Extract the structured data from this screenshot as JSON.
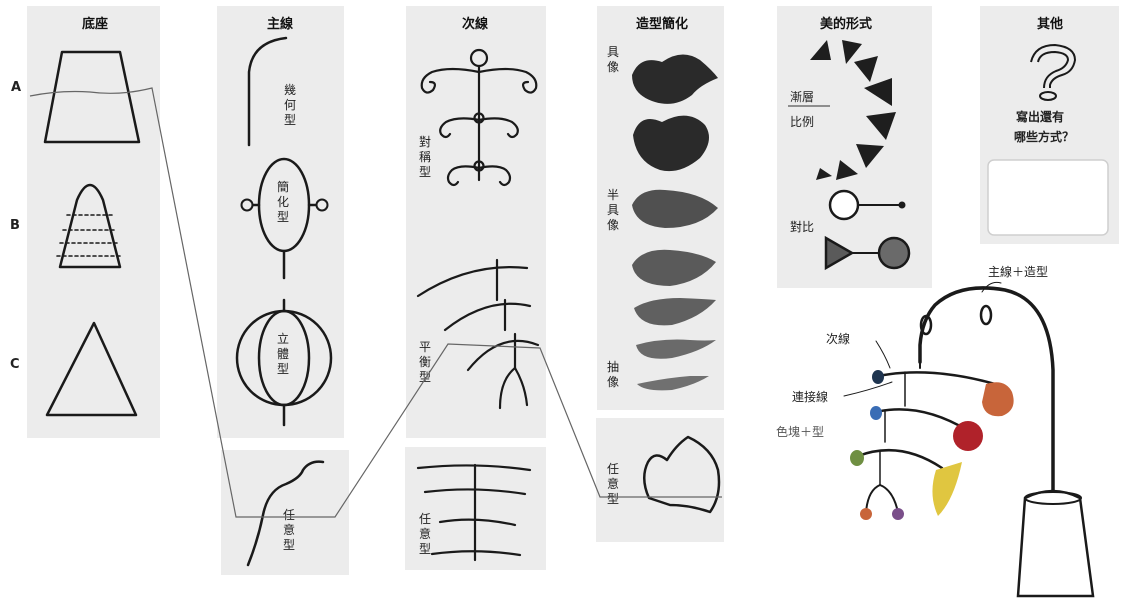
{
  "columns": {
    "base": {
      "title": "底座",
      "rows": [
        "A",
        "B",
        "C"
      ]
    },
    "main_line": {
      "title": "主線",
      "items": [
        "幾何型",
        "簡化型",
        "立體型",
        "任意型"
      ]
    },
    "secondary_line": {
      "title": "次線",
      "items": [
        "對稱型",
        "平衡型",
        "任意型"
      ]
    },
    "shape_simplification": {
      "title": "造型簡化",
      "items": [
        "具像",
        "半具像",
        "抽像",
        "任意型"
      ]
    },
    "beauty_form": {
      "title": "美的形式",
      "gradation": "漸層",
      "proportion": "比例",
      "contrast": "對比"
    },
    "other": {
      "title": "其他",
      "prompt_line1": "寫出還有",
      "prompt_line2": "哪些方式？"
    }
  },
  "mobile": {
    "main_line_shape": "主線＋造型",
    "secondary_line": "次線",
    "connector": "連接線",
    "color_block_shape": "色塊＋型",
    "base": "底座"
  },
  "colors": {
    "panel": "#ececec",
    "ink": "#1a1a1a",
    "leaf_dark": "#2a2a2a",
    "leaf_mid": "#505050",
    "leaf_light": "#6a6a6a",
    "orange": "#c8653a",
    "red": "#b0222a",
    "green": "#6f8f42",
    "blue": "#5b8db8",
    "yellow": "#e0c640",
    "purple": "#7a4f8a"
  }
}
